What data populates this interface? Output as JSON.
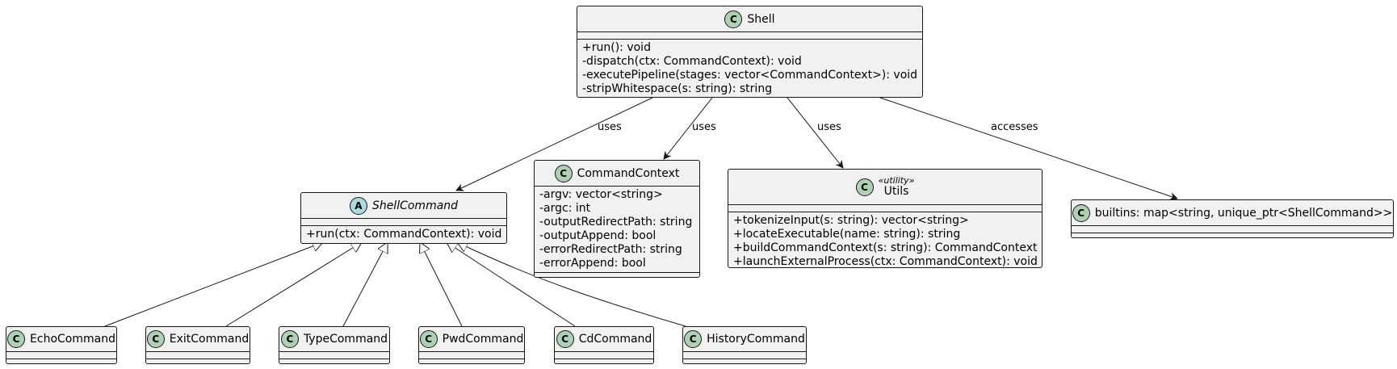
{
  "classes": {
    "shell": {
      "name": "Shell",
      "badge": "C",
      "methods": [
        "+run(): void",
        "-dispatch(ctx: CommandContext): void",
        "-executePipeline(stages: vector<CommandContext>): void",
        "-stripWhitespace(s: string): string"
      ]
    },
    "shell_command": {
      "name": "ShellCommand",
      "badge": "A",
      "methods": [
        "+run(ctx: CommandContext): void"
      ]
    },
    "command_context": {
      "name": "CommandContext",
      "badge": "C",
      "fields": [
        "-argv: vector<string>",
        "-argc: int",
        "-outputRedirectPath: string",
        "-outputAppend: bool",
        "-errorRedirectPath: string",
        "-errorAppend: bool"
      ]
    },
    "utils": {
      "name": "Utils",
      "badge": "C",
      "stereotype": "«utility»",
      "methods": [
        "+tokenizeInput(s: string): vector<string>",
        "+locateExecutable(name: string): string",
        "+buildCommandContext(s: string): CommandContext",
        "+launchExternalProcess(ctx: CommandContext): void"
      ]
    },
    "builtins": {
      "name": "builtins: map<string, unique_ptr<ShellCommand>>",
      "badge": "C"
    },
    "echo": {
      "name": "EchoCommand",
      "badge": "C"
    },
    "exit": {
      "name": "ExitCommand",
      "badge": "C"
    },
    "type": {
      "name": "TypeCommand",
      "badge": "C"
    },
    "pwd": {
      "name": "PwdCommand",
      "badge": "C"
    },
    "cd": {
      "name": "CdCommand",
      "badge": "C"
    },
    "history": {
      "name": "HistoryCommand",
      "badge": "C"
    }
  },
  "relations": {
    "shell_to_shellcommand": "uses",
    "shell_to_commandcontext": "uses",
    "shell_to_utils": "uses",
    "shell_to_builtins": "accesses"
  }
}
